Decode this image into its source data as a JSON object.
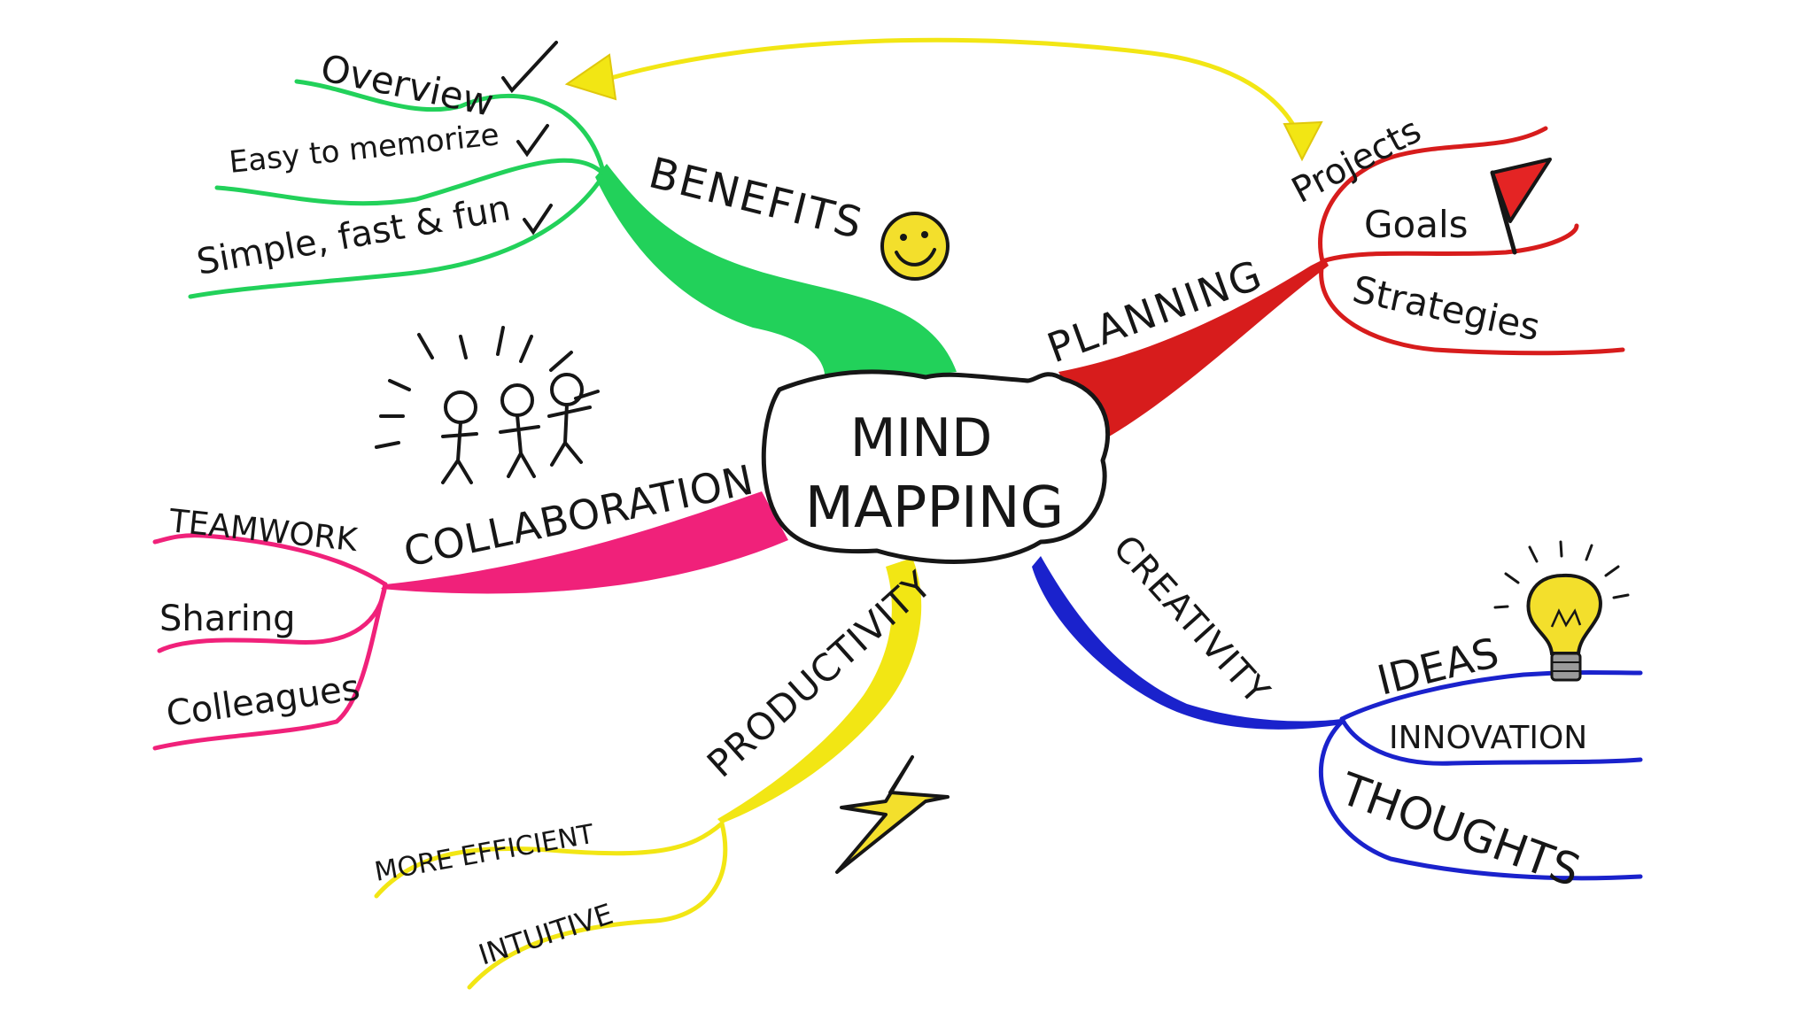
{
  "center": {
    "line1": "MIND",
    "line2": "MAPPING"
  },
  "colors": {
    "benefits": "#22d15a",
    "planning": "#d71c1c",
    "collaboration": "#f0217a",
    "productivity": "#f2e614",
    "creativity": "#1a22cc",
    "arrow": "#f2e614",
    "ink": "#161616"
  },
  "branches": {
    "benefits": {
      "label": "BENEFITS",
      "icon": "smiley-icon",
      "items": [
        "Overview",
        "Easy to memorize",
        "Simple, fast & fun"
      ]
    },
    "planning": {
      "label": "PLANNING",
      "icon": "flag-icon",
      "items": [
        "Projects",
        "Goals",
        "Strategies"
      ]
    },
    "collaboration": {
      "label": "COLLABORATION",
      "icon": "stick-figures-icon",
      "items": [
        "TEAMWORK",
        "Sharing",
        "Colleagues"
      ]
    },
    "productivity": {
      "label": "PRODUCTIVITY",
      "icon": "lightning-bolt-icon",
      "items": [
        "MORE EFFICIENT",
        "INTUITIVE"
      ]
    },
    "creativity": {
      "label": "CREATIVITY",
      "icon": "light-bulb-icon",
      "items": [
        "IDEAS",
        "INNOVATION",
        "THOUGHTS"
      ]
    }
  }
}
